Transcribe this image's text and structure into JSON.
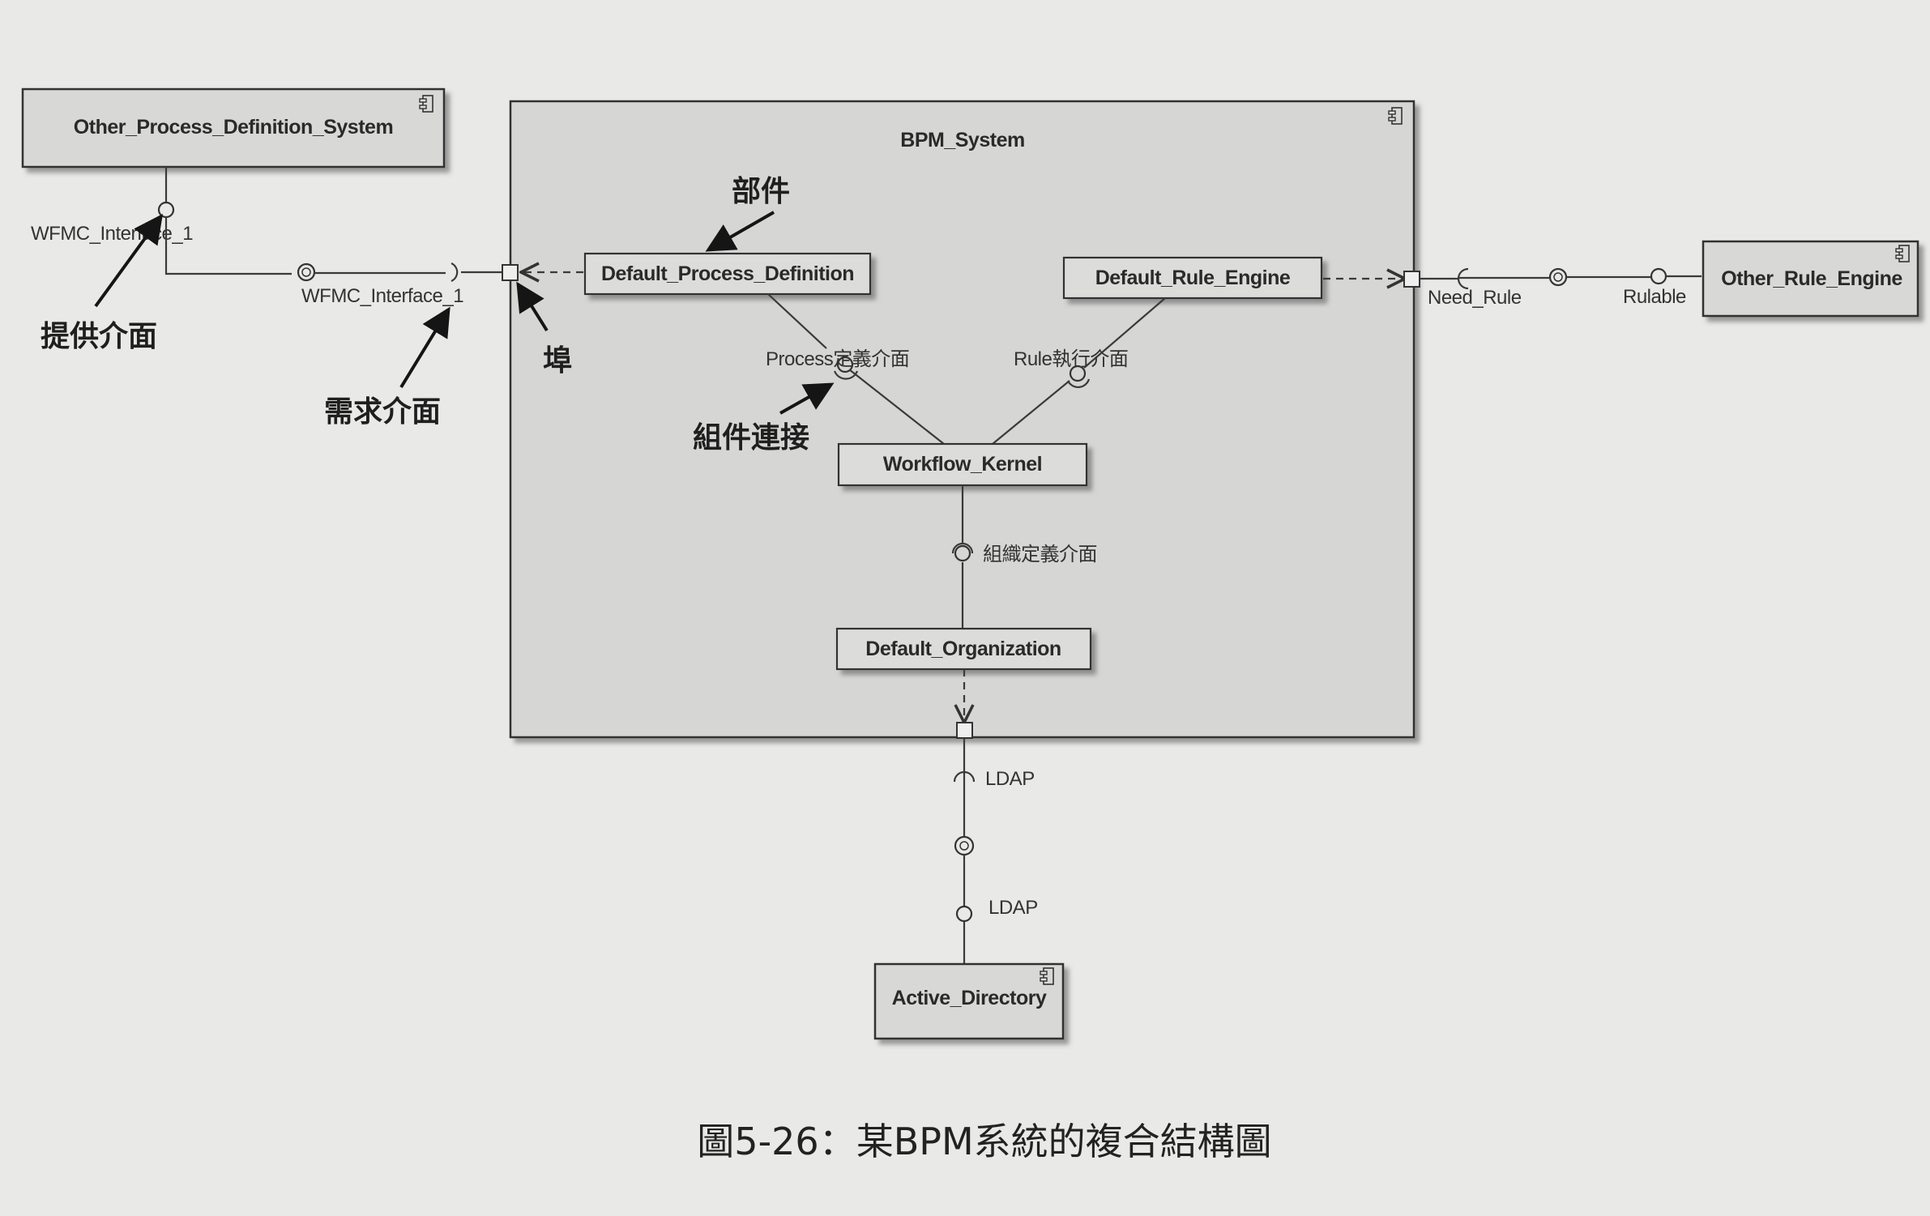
{
  "components": {
    "other_process_definition_system": "Other_Process_Definition_System",
    "bpm_system": "BPM_System",
    "default_process_definition": "Default_Process_Definition",
    "default_rule_engine": "Default_Rule_Engine",
    "workflow_kernel": "Workflow_Kernel",
    "default_organization": "Default_Organization",
    "other_rule_engine": "Other_Rule_Engine",
    "active_directory": "Active_Directory"
  },
  "interfaces": {
    "wfmc_provided": "WFMC_Interface_1",
    "wfmc_required": "WFMC_Interface_1",
    "process_def": "Process定義介面",
    "rule_exec": "Rule執行介面",
    "org_def": "組織定義介面",
    "need_rule": "Need_Rule",
    "rulable": "Rulable",
    "ldap_required": "LDAP",
    "ldap_provided": "LDAP"
  },
  "annotations": {
    "provided_interface": "提供介面",
    "required_interface": "需求介面",
    "port": "埠",
    "part": "部件",
    "assembly_connector": "組件連接"
  },
  "caption": "圖5-26：某BPM系統的複合結構圖"
}
